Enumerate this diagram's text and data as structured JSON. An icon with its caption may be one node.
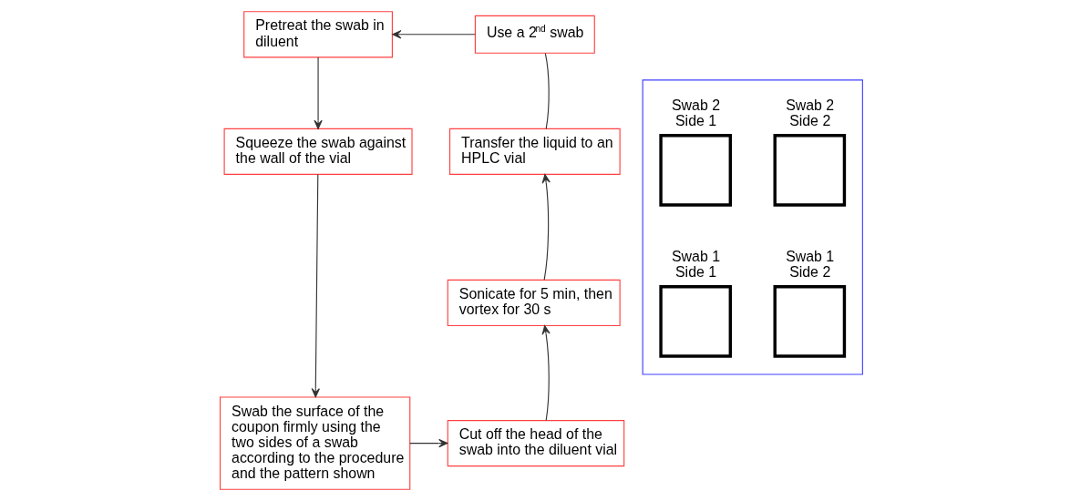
{
  "diagram": {
    "nodes": [
      {
        "text": [
          "Pretreat the swab in diluent"
        ]
      },
      {
        "text": [
          "Squeeze the swab against the wall of the vial"
        ]
      },
      {
        "text": [
          "Swab the surface of the coupon firmly using the two sides of a swab according to the procedure and the pattern shown"
        ]
      },
      {
        "text": [],
        "shape": "box"
      },
      {
        "text": [
          "Swab 2 Side 1"
        ],
        "in": 3
      },
      {
        "text": [
          "Swab 2 Side 2"
        ],
        "in": 3
      },
      {
        "text": [
          "Swab 1 Side 1"
        ],
        "in": 3
      },
      {
        "text": [
          "Swab 1 Side 2"
        ],
        "in": 3
      },
      {
        "text": [
          "Use a 2$^{nd}$ swab"
        ]
      },
      {
        "text": [
          "Transfer the liquid to an HPLC vial"
        ]
      },
      {
        "text": [
          "Sonicate for 5 min, then vortex for 30 s"
        ]
      },
      {
        "text": [
          "Cut off the head of the swab into the diluent vial"
        ]
      }
    ],
    "edges": [
      {
        "from": 0,
        "to": 1,
        "arrow": "to"
      },
      {
        "from": 1,
        "to": 2,
        "arrow": "to"
      },
      {
        "from": 2,
        "to": 11,
        "arrow": "to"
      },
      {
        "from": 11,
        "to": 10,
        "arrow": "to"
      },
      {
        "from": 10,
        "to": 9,
        "arrow": "to"
      },
      {
        "from": 9,
        "to": 8,
        "arrow": "none"
      },
      {
        "from": 8,
        "to": 0,
        "arrow": "to"
      }
    ]
  }
}
